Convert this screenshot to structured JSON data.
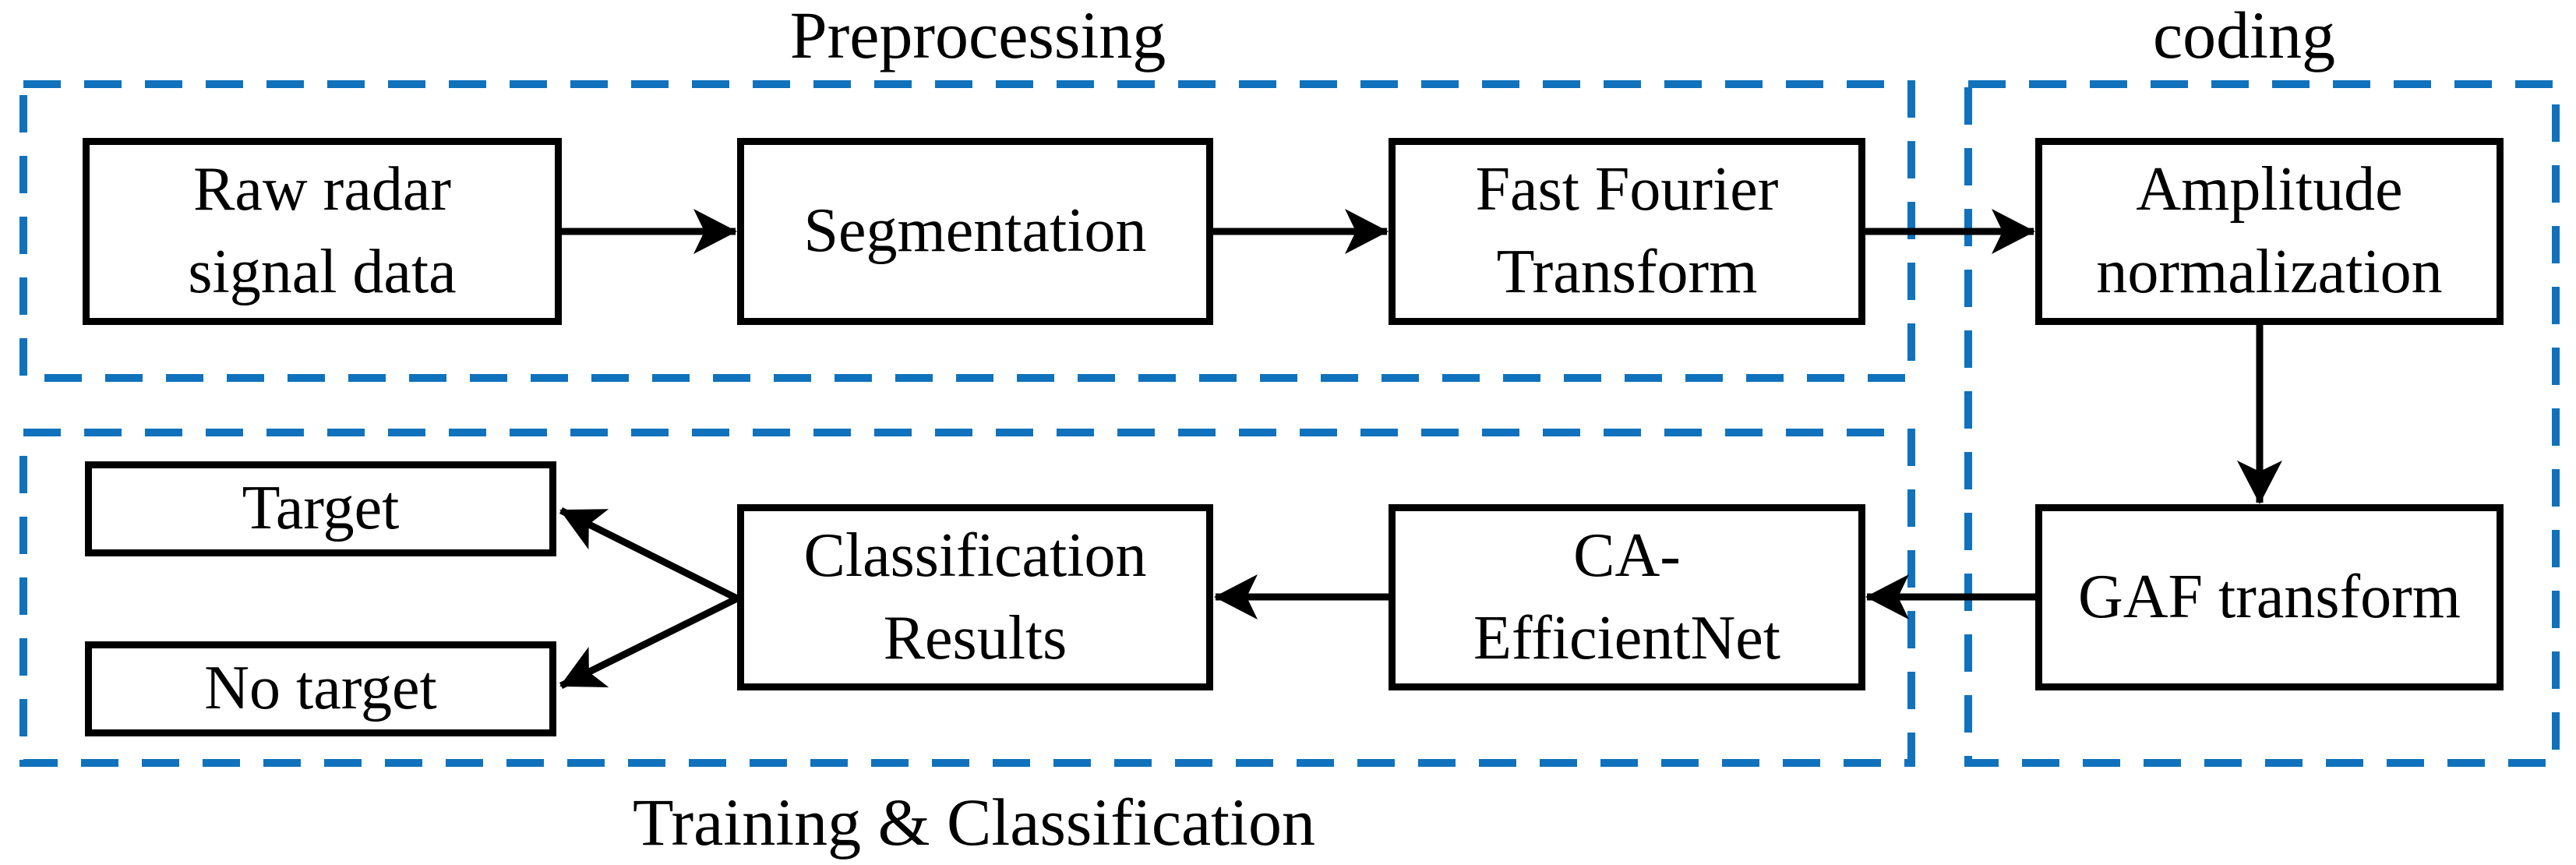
{
  "colors": {
    "dash_blue": "#1072BC",
    "line_black": "#000000",
    "box_bg": "#FFFFFF"
  },
  "sections": {
    "preprocessing": {
      "label": "Preprocessing"
    },
    "coding": {
      "label": "coding"
    },
    "training": {
      "label": "Training & Classification"
    }
  },
  "nodes": {
    "raw": {
      "label": "Raw radar\nsignal data"
    },
    "segmentation": {
      "label": "Segmentation"
    },
    "fft": {
      "label": "Fast Fourier\nTransform"
    },
    "amplitude": {
      "label": "Amplitude\nnormalization"
    },
    "gaf": {
      "label": "GAF transform"
    },
    "ca_efficientnet": {
      "label": "CA-\nEfficientNet"
    },
    "classification": {
      "label": "Classification\nResults"
    },
    "target": {
      "label": "Target"
    },
    "no_target": {
      "label": "No target"
    }
  }
}
